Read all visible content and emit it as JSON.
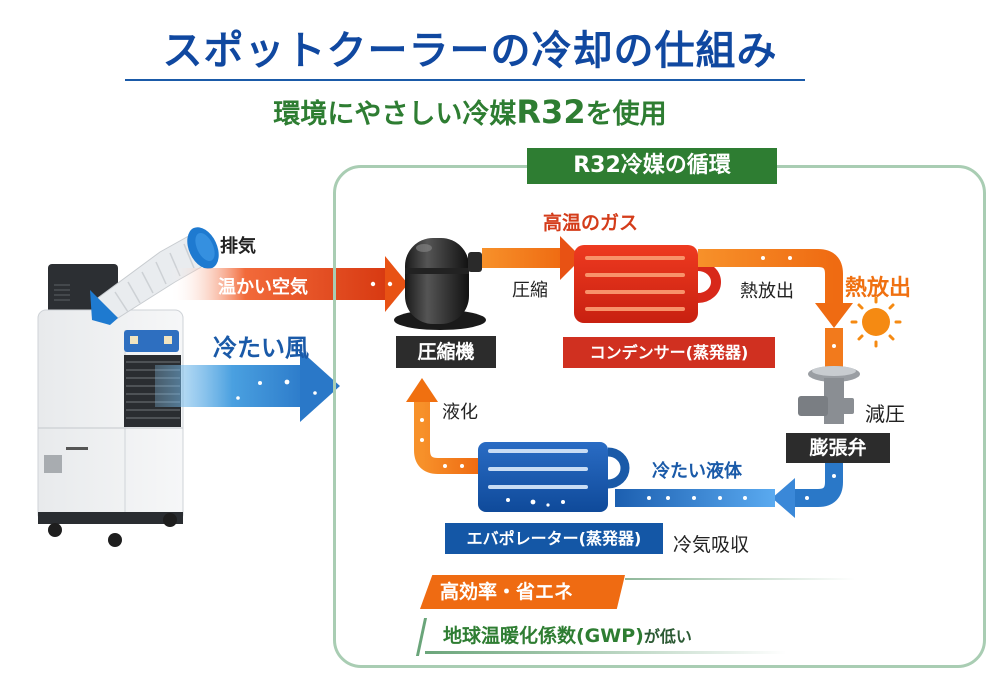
{
  "header": {
    "title": "スポットクーラーの冷却の仕組み",
    "subtitle_prefix": "環境にやさしい冷媒",
    "subtitle_refrigerant": "R32",
    "subtitle_suffix": "を使用"
  },
  "unit": {
    "exhaust_label": "排気",
    "warm_air_label": "温かい空気",
    "cold_wind_label": "冷たい風"
  },
  "cycle": {
    "title": "R32冷媒の循環",
    "hot_gas_label": "高温のガス",
    "compress_label": "圧縮",
    "compressor_label": "圧縮機",
    "condenser_label": "コンデンサー(蒸発器)",
    "heat_release_small": "熱放出",
    "heat_release_big": "熱放出",
    "decompress_label": "減圧",
    "valve_label": "膨張弁",
    "cold_liquid_label": "冷たい液体",
    "liquefy_label": "液化",
    "evaporator_label": "エバポレーター(蒸発器)",
    "cold_absorb_label": "冷気吸収"
  },
  "features": {
    "efficiency_badge": "高効率・省エネ",
    "gwp_text": "地球温暖化係数(GWP)",
    "gwp_suffix": "が低い"
  },
  "colors": {
    "title_blue": "#1048a0",
    "subtitle_green": "#2e7d32",
    "hot_red": "#d43c1a",
    "flow_orange": "#f07010",
    "cold_blue": "#1a5aa8",
    "frame_green": "#a9cdb3"
  }
}
